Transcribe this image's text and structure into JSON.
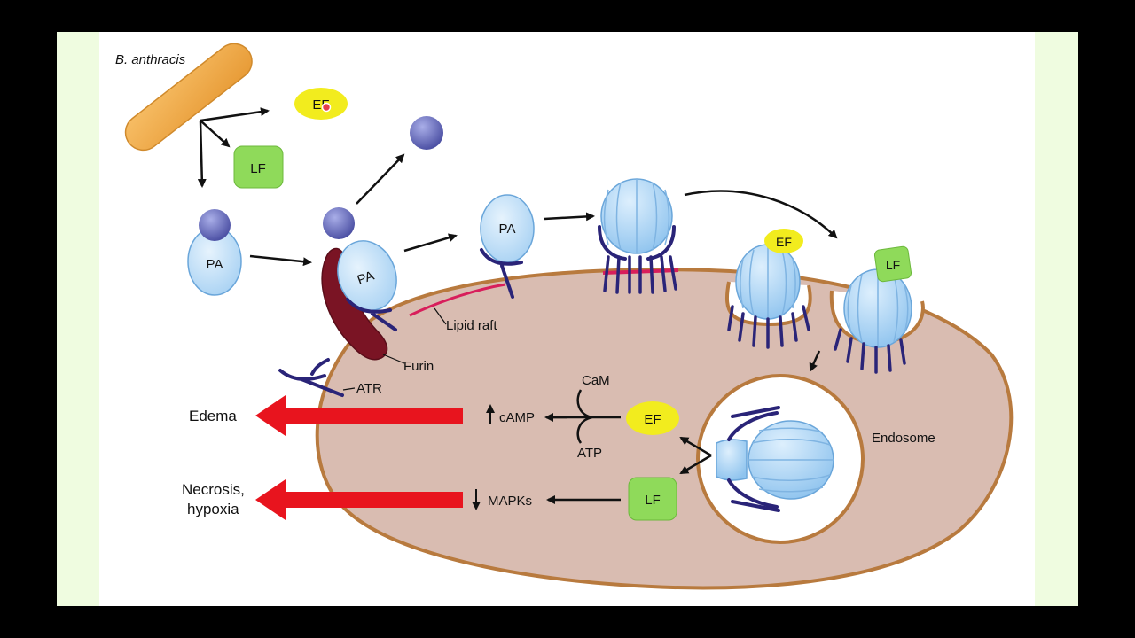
{
  "labels": {
    "organism": "B. anthracis",
    "ef": "EF",
    "lf": "LF",
    "pa": "PA",
    "lipid_raft": "Lipid raft",
    "furin": "Furin",
    "atr": "ATR",
    "edema": "Edema",
    "necrosis_line1": "Necrosis,",
    "necrosis_line2": "hypoxia",
    "cam": "CaM",
    "camp": "cAMP",
    "atp": "ATP",
    "mapks": "MAPKs",
    "endosome": "Endosome"
  },
  "colors": {
    "side_panel": "#EFFCE0",
    "canvas": "#FFFFFF",
    "cell_fill": "#D9BCB1",
    "cell_border": "#B87A3E",
    "bacterium": "#F0A848",
    "ef_yellow": "#F2EC1E",
    "lf_green": "#8FDA5A",
    "pa_blue": "#B6D9F5",
    "pa_border": "#6AA6DA",
    "receptor": "#2A2478",
    "lipid_raft": "#D81E5B",
    "furin": "#7A1424",
    "big_arrow": "#E8141E",
    "small_sphere": "#5E64B5"
  }
}
